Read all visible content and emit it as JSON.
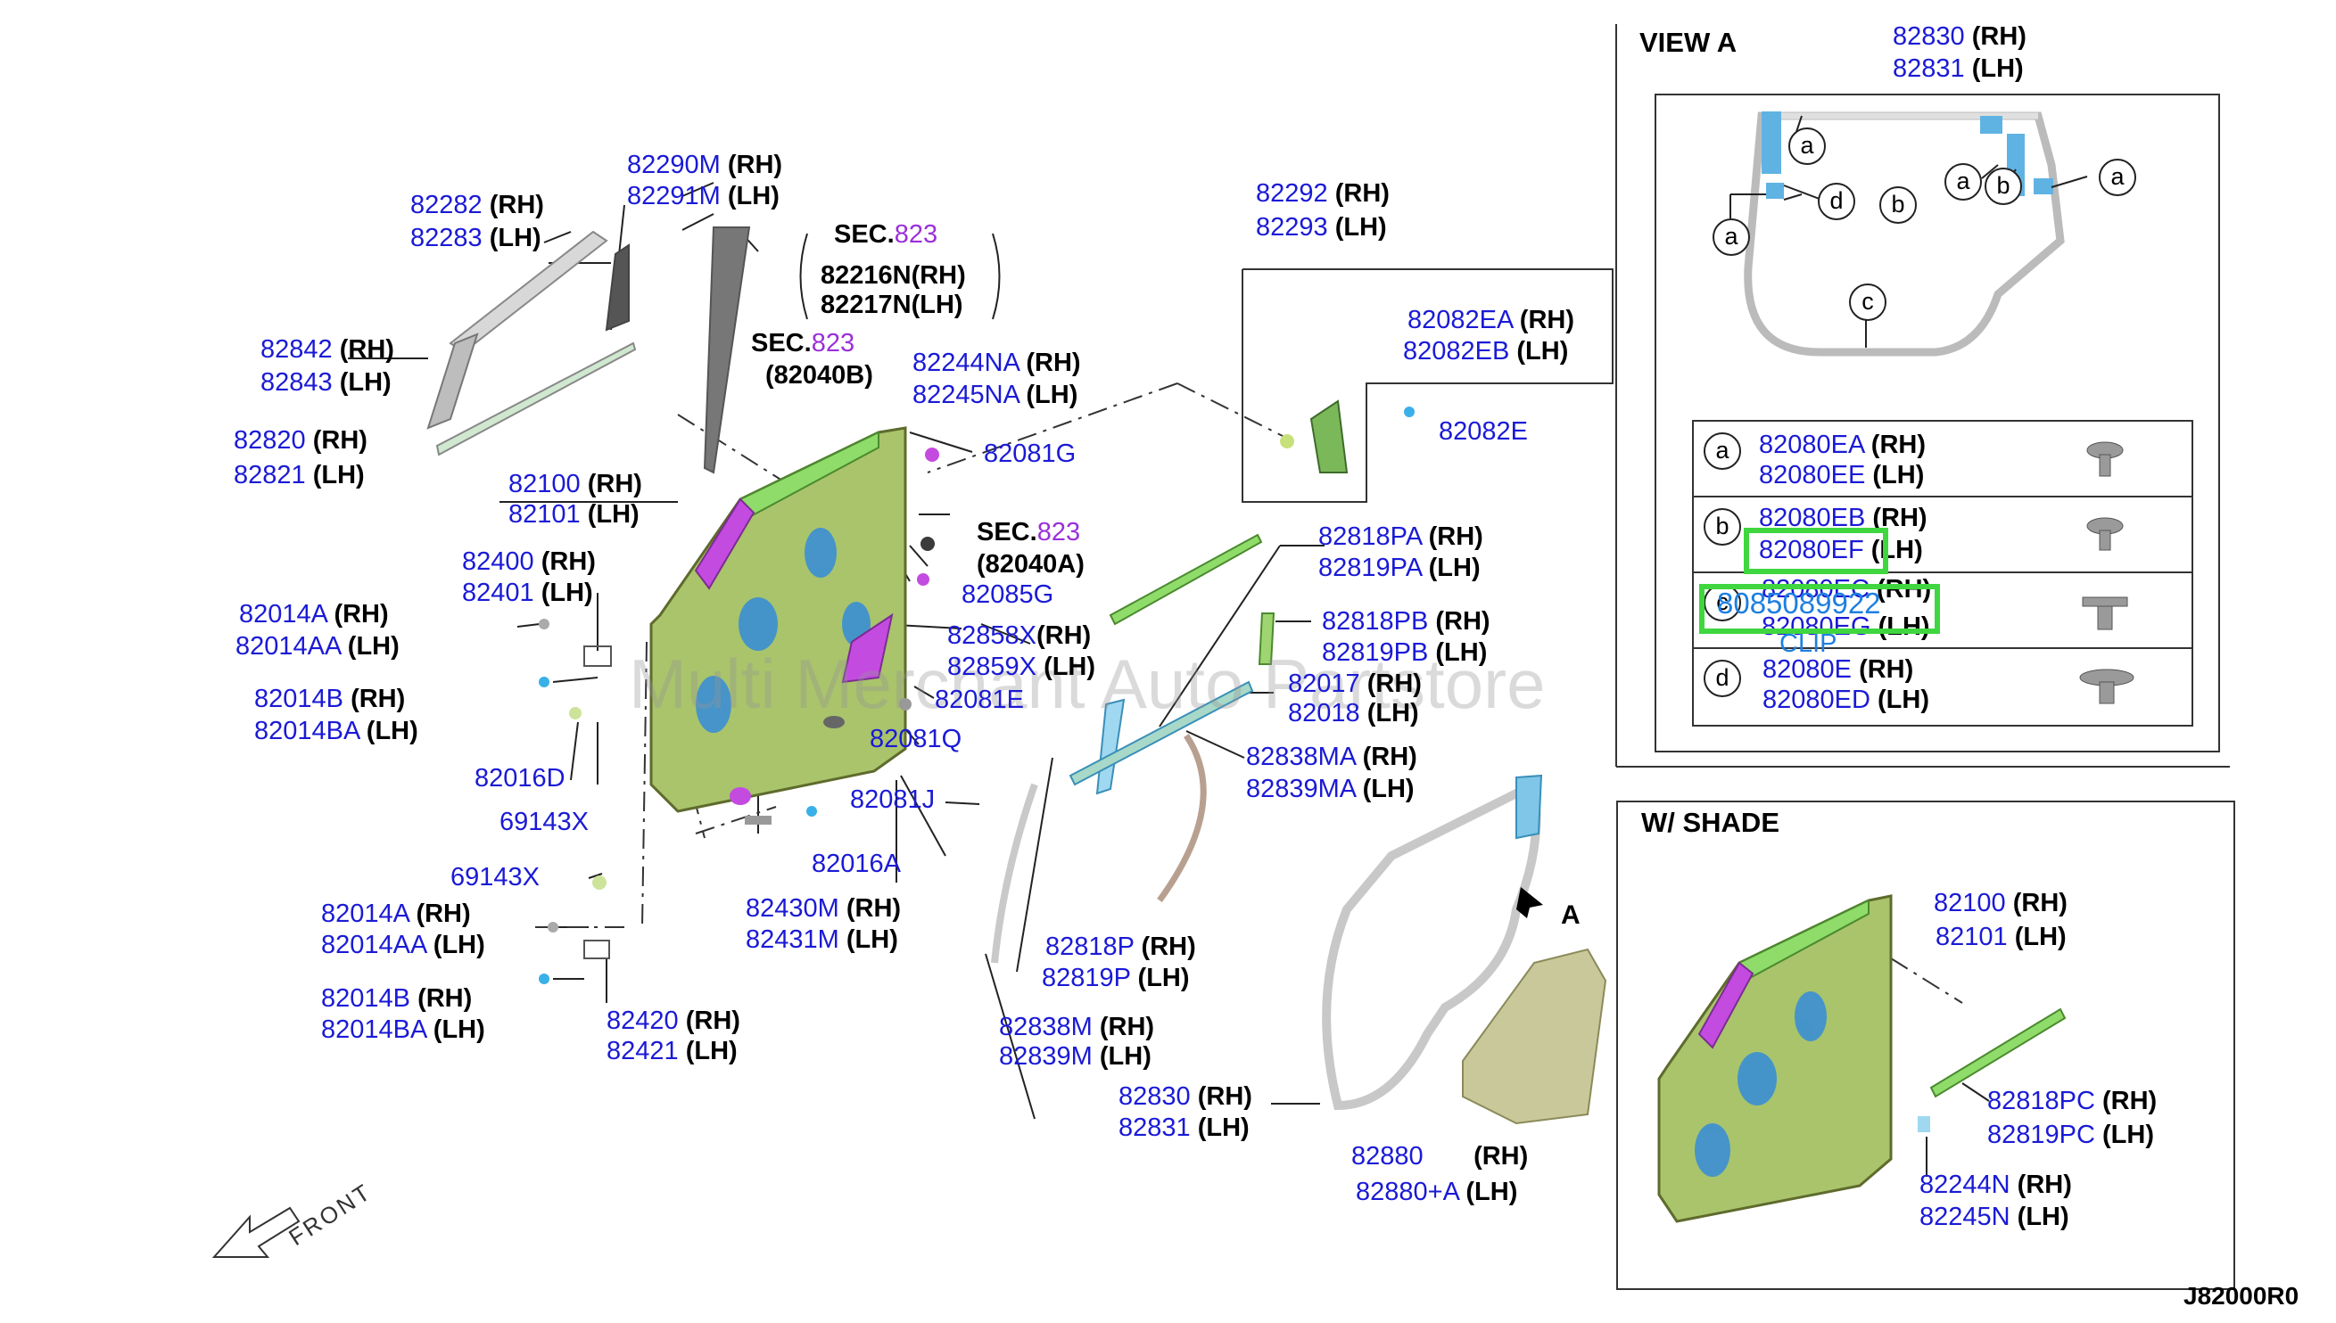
{
  "watermark": "Multi Merchant Auto Partstore",
  "ref_code": "J82000R0",
  "view_a": {
    "title": "VIEW A",
    "parts": [
      "82830",
      "82831"
    ],
    "letters": [
      "a",
      "a",
      "a",
      "a",
      "b",
      "b",
      "c",
      "d"
    ],
    "table": [
      {
        "key": "a",
        "rh": "82080EA",
        "lh": "82080EE"
      },
      {
        "key": "b",
        "rh": "82080EB",
        "lh": "82080EF"
      },
      {
        "key": "c",
        "rh": "82080EC",
        "lh": "82080EG"
      },
      {
        "key": "d",
        "rh": "82080E",
        "lh": "82080ED"
      }
    ],
    "overlay_part": "8085089922",
    "overlay_clip": "CLIP"
  },
  "shade": {
    "title": "W/ SHADE",
    "labels": [
      {
        "rh": "82100",
        "lh": "82101"
      },
      {
        "rh": "82818PC",
        "lh": "82819PC"
      },
      {
        "rh": "82244N",
        "lh": "82245N"
      }
    ]
  },
  "suffix": {
    "rh": "(RH)",
    "lh": "(LH)"
  },
  "sec": [
    {
      "prefix": "SEC.",
      "num": "823",
      "pair": [
        "82216N(RH)",
        "82217N(LH)"
      ]
    },
    {
      "prefix": "SEC.",
      "num": "823",
      "pair": [
        "(82040B)"
      ]
    },
    {
      "prefix": "SEC.",
      "num": "823",
      "pair": [
        "(82040A)"
      ]
    }
  ],
  "arrow_a": "A",
  "front": "FRONT",
  "labels": [
    {
      "rh": "82290M",
      "lh": "82291M"
    },
    {
      "rh": "82282",
      "lh": "82283"
    },
    {
      "rh": "82842",
      "lh": "82843"
    },
    {
      "rh": "82820",
      "lh": "82821"
    },
    {
      "rh": "82100",
      "lh": "82101"
    },
    {
      "rh": "82400",
      "lh": "82401"
    },
    {
      "rh": "82014A",
      "lh": "82014AA"
    },
    {
      "rh": "82014B",
      "lh": "82014BA"
    },
    {
      "rh": "82244NA",
      "lh": "82245NA"
    },
    {
      "rh": "82858X",
      "lh": "82859X"
    },
    {
      "rh": "82292",
      "lh": "82293"
    },
    {
      "rh": "82082EA",
      "lh": "82082EB"
    },
    {
      "rh": "82818PA",
      "lh": "82819PA"
    },
    {
      "rh": "82818PB",
      "lh": "82819PB"
    },
    {
      "rh": "82017",
      "lh": "82018"
    },
    {
      "rh": "82838MA",
      "lh": "82839MA"
    },
    {
      "rh": "82430M",
      "lh": "82431M"
    },
    {
      "rh": "82014A",
      "lh": "82014AA"
    },
    {
      "rh": "82014B",
      "lh": "82014BA"
    },
    {
      "rh": "82420",
      "lh": "82421"
    },
    {
      "rh": "82818P",
      "lh": "82819P"
    },
    {
      "rh": "82838M",
      "lh": "82839M"
    },
    {
      "rh": "82830",
      "lh": "82831"
    },
    {
      "rh": "82880",
      "lh": "82880+A"
    }
  ],
  "singles": [
    "82081G",
    "82085G",
    "82081E",
    "82081Q",
    "82081J",
    "82016A",
    "82016D",
    "69143X",
    "69143X",
    "82082E"
  ]
}
